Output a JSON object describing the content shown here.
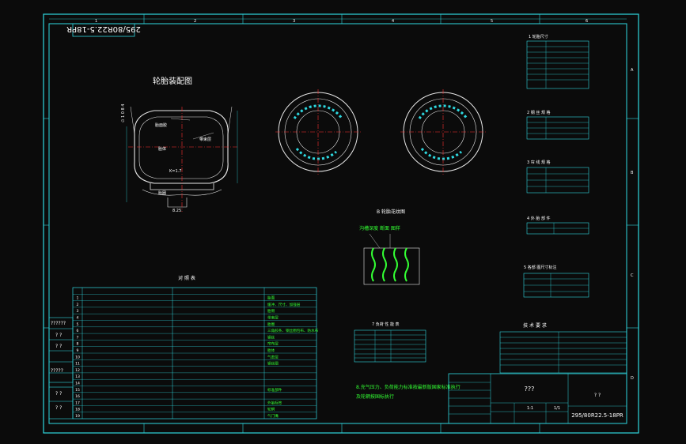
{
  "drawing": {
    "title_rotated": "295/80R22.5-18PR",
    "assembly_title": "轮胎装配图",
    "tread_title": "B 轮胎花纹图",
    "tread_label": "沟槽深度 断面 图样",
    "compare_title": "对 照 表",
    "note_text_1": "8.充气压力、负荷能力标准按最新版国家标准执行",
    "note_text_2": "及轮辋按国标执行",
    "section_labels": {
      "sec1": "1 轮胎尺寸",
      "sec2": "2 钢 丝 规 格",
      "sec3": "3 帘 线 规 格",
      "sec4": "4 外 胎 部 件",
      "sec5": "5 各部 图尺寸标注"
    },
    "load_table_title": "7 负荷 性 能 表",
    "tech_title": "技 术 要 求",
    "title_block": {
      "unknown_box": "???",
      "small_code": "? ?",
      "part_no": "295/80R22.5-18PR",
      "ratio": "1:1",
      "sheet": "1/1"
    },
    "left_margin": [
      "??????",
      "? ?",
      "? ?",
      "?????",
      "? ?",
      "? ?"
    ],
    "border_numbers_top": [
      "1",
      "2",
      "3",
      "4",
      "5",
      "6"
    ],
    "border_letters_right": [
      "A",
      "B",
      "C",
      "D"
    ],
    "compare_rows": [
      "1",
      "2",
      "3",
      "4",
      "5",
      "6",
      "7",
      "8",
      "9",
      "10",
      "11",
      "12",
      "13",
      "14",
      "15",
      "16",
      "17",
      "18",
      "19"
    ],
    "compare_right_col": [
      "胎面",
      "缓冲、尺寸、加强层",
      "胎侧",
      "带束层",
      "胎圈",
      "三角胶条、钢丝圈包布、防水布",
      "钢丝",
      "帘布层",
      "胎体",
      "气密层",
      "钢丝圈",
      "",
      "",
      "",
      "标准部件",
      "",
      "外胎标签",
      "轮辋",
      "气门嘴"
    ]
  }
}
